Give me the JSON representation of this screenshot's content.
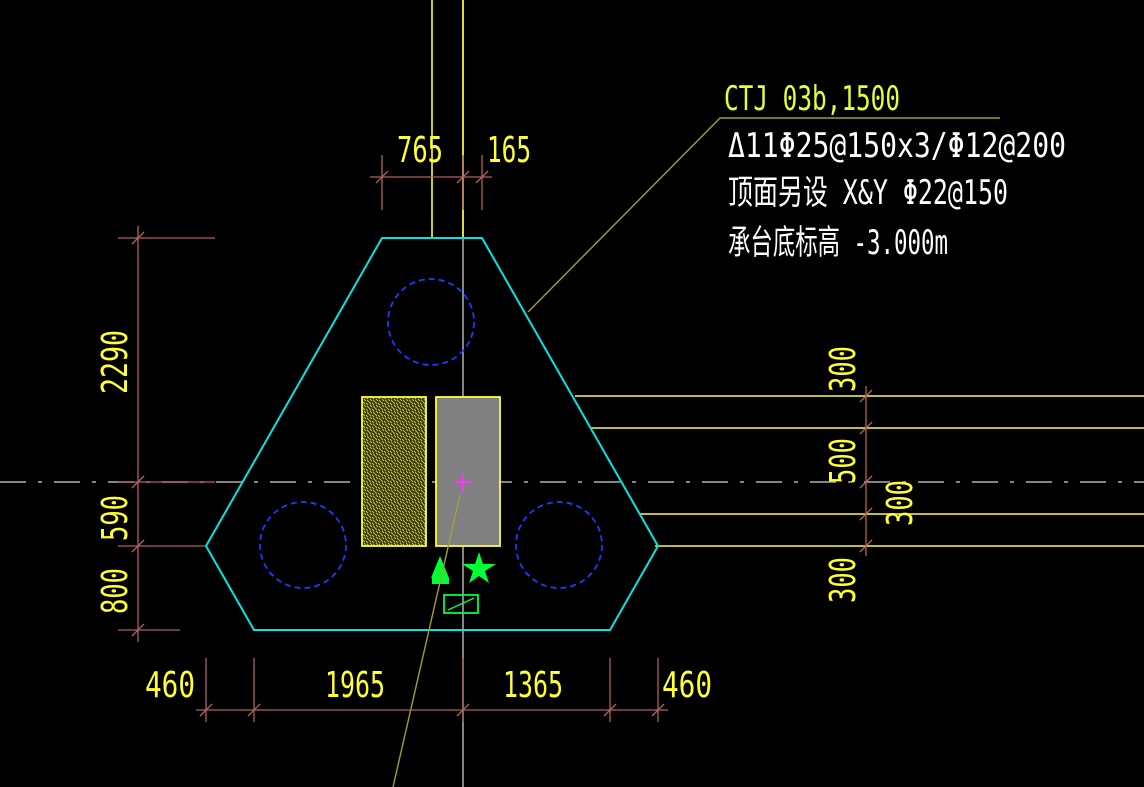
{
  "annotation": {
    "code": "CTJ 03b,1500",
    "line1": "Δ11Φ25@150x3/Φ12@200",
    "line2": "顶面另设 X&Y Φ22@150",
    "line3": "承台底标高 -3.000m"
  },
  "dimensions": {
    "top_left": "765",
    "top_right": "165",
    "left_upper": "2290",
    "left_middle": "590",
    "left_lower": "800",
    "bottom_1": "460",
    "bottom_2": "1965",
    "bottom_3": "1365",
    "bottom_4": "460",
    "right_1": "300",
    "right_2": "500",
    "right_3": "300",
    "right_4": "300"
  },
  "colors": {
    "outline": "#00e5e5",
    "dimension_text": "#ffff33",
    "dimension_line": "#b06060",
    "pile": "#1a3cff",
    "column": "#808080",
    "marker": "#00ff33",
    "center_mark": "#ff33ff",
    "leader": "#a0a030"
  }
}
